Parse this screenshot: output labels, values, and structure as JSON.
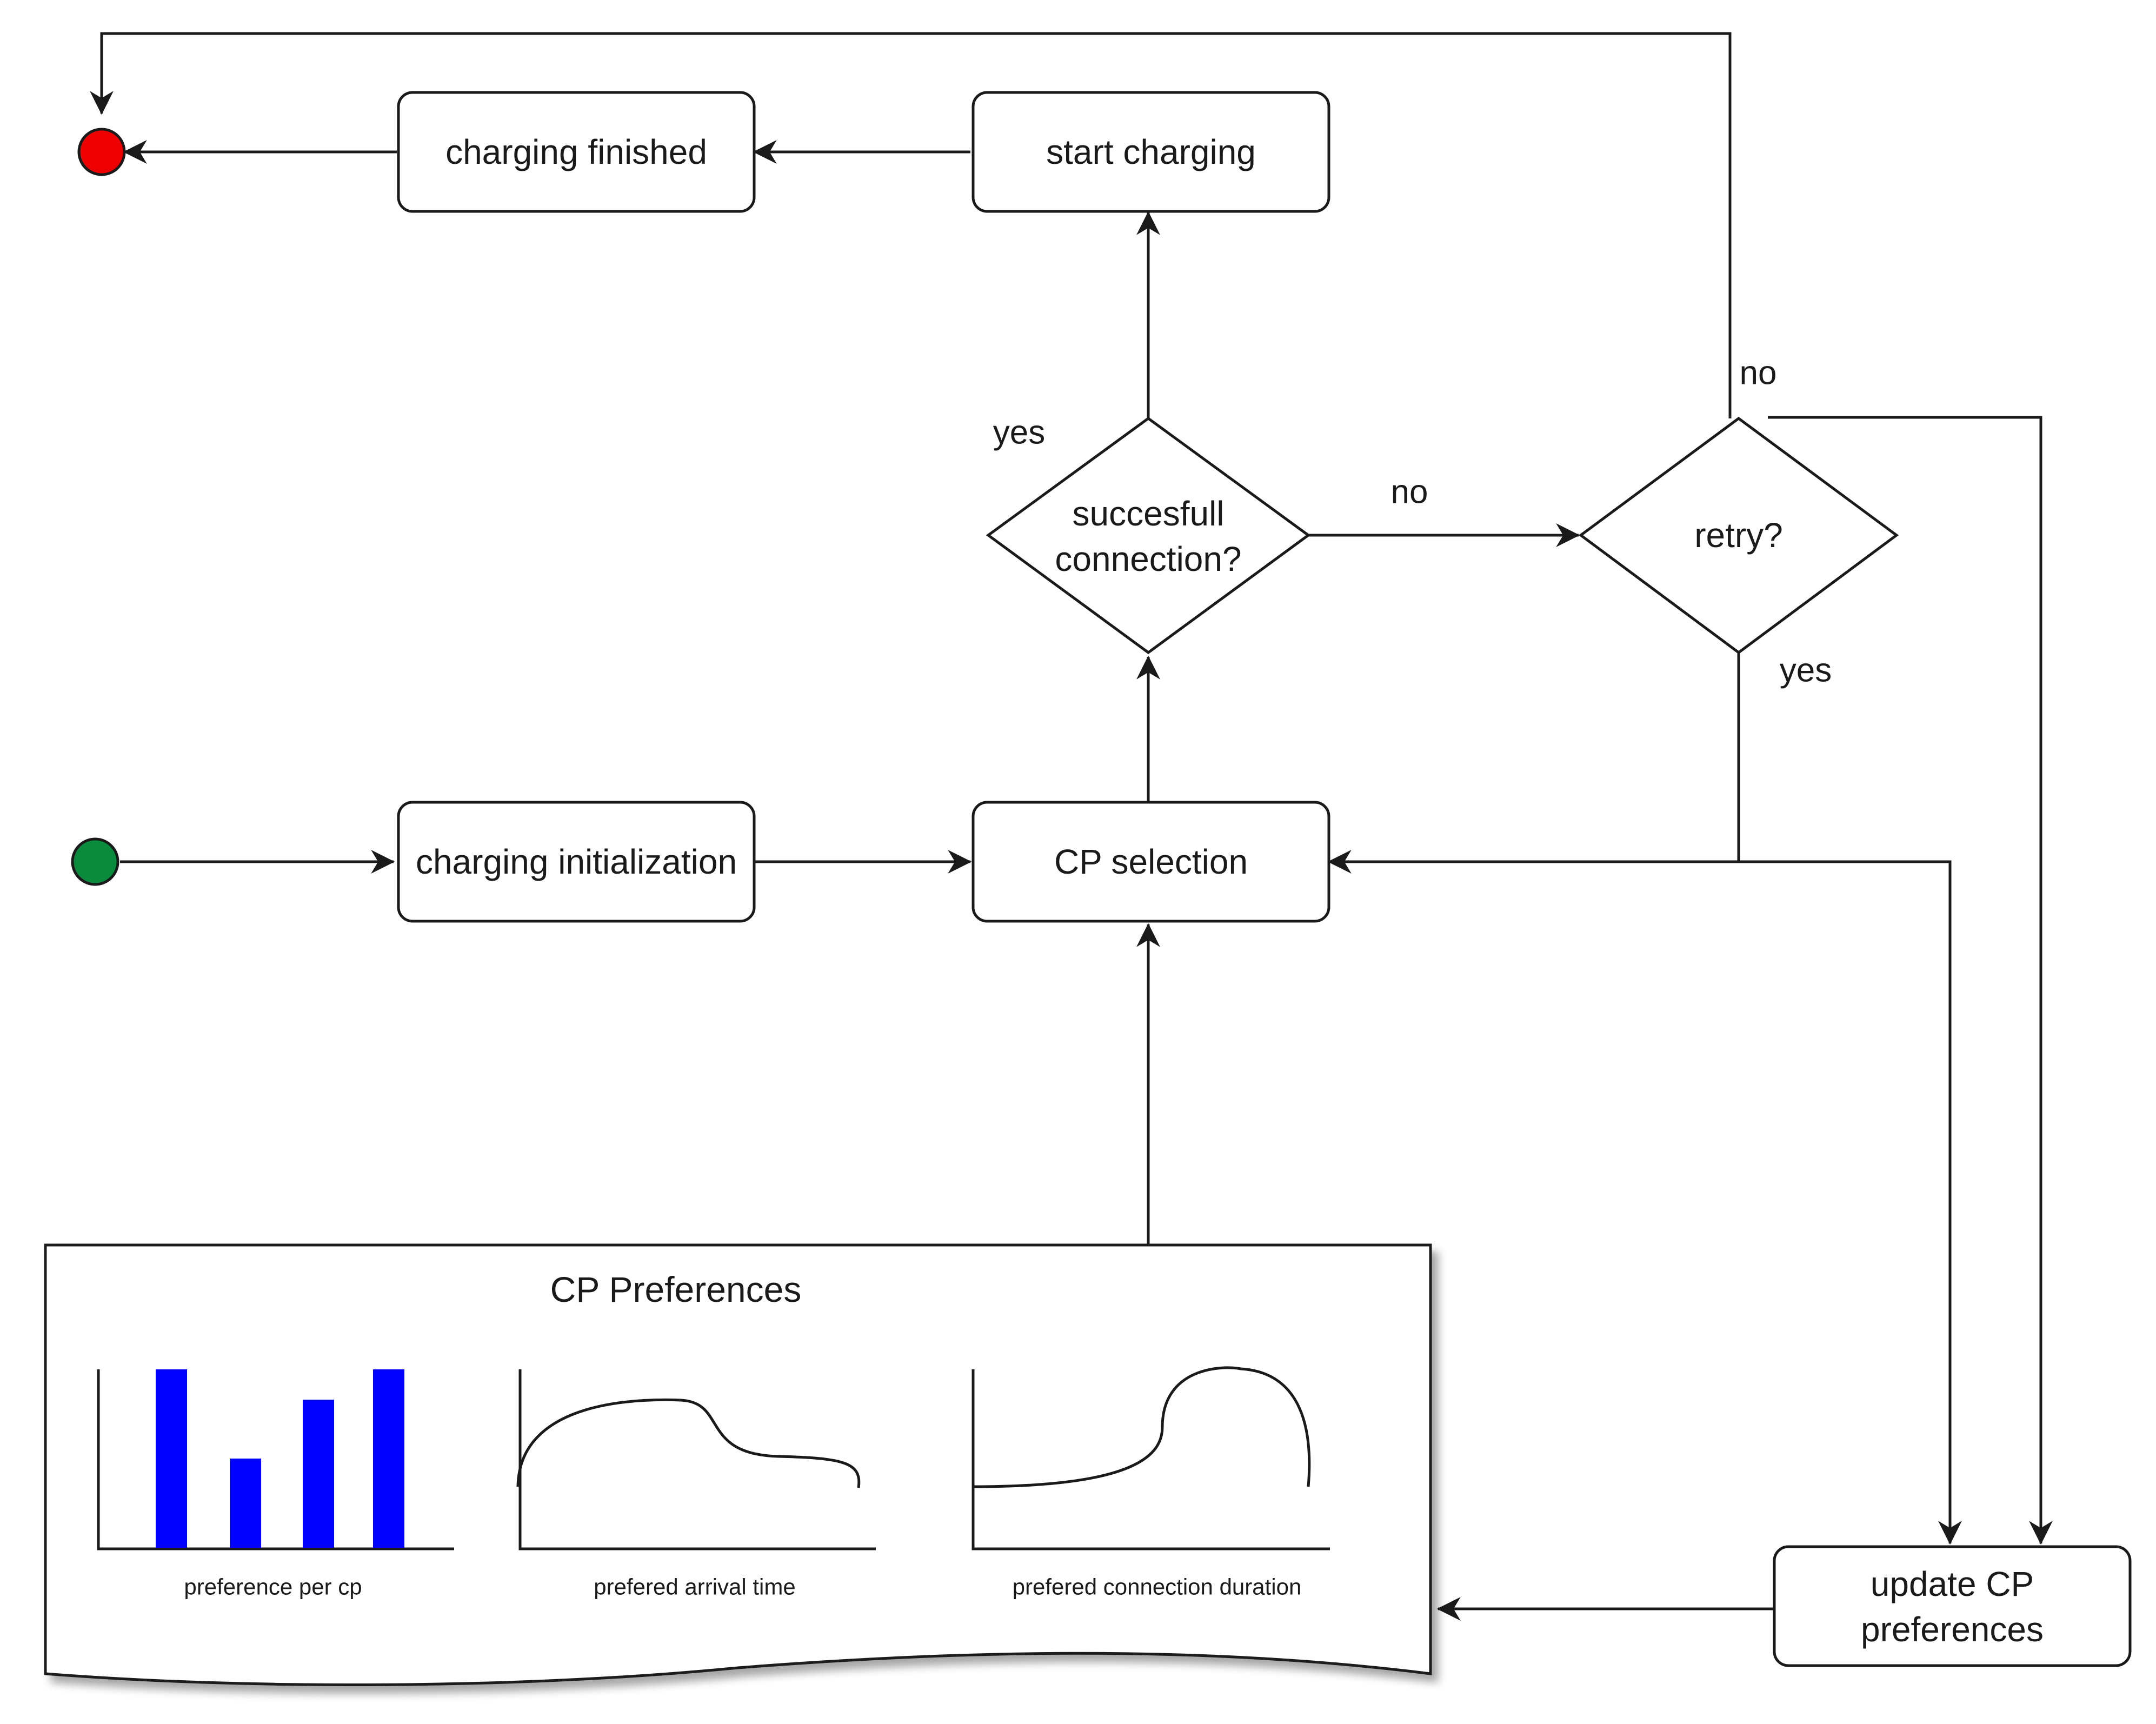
{
  "colors": {
    "start_node": "#0a8a3c",
    "end_node": "#ee0000",
    "bar_fill": "#0000ff",
    "stroke": "#1a1a1a"
  },
  "nodes": {
    "charging_finished": "charging finished",
    "start_charging": "start charging",
    "charging_initialization": "charging initialization",
    "cp_selection": "CP selection",
    "succesfull_connection": [
      "succesfull",
      "connection?"
    ],
    "retry": "retry?",
    "update_cp_preferences": [
      "update CP",
      "preferences"
    ]
  },
  "edge_labels": {
    "yes_connection": "yes",
    "no_connection": "no",
    "no_retry": "no",
    "yes_retry": "yes"
  },
  "preferences": {
    "title": "CP Preferences",
    "charts": [
      {
        "caption": "preference per cp",
        "type": "bar",
        "values": [
          1.0,
          0.5,
          0.83,
          1.0
        ]
      },
      {
        "caption": "prefered arrival time",
        "type": "curve"
      },
      {
        "caption": "prefered connection duration",
        "type": "curve"
      }
    ]
  }
}
